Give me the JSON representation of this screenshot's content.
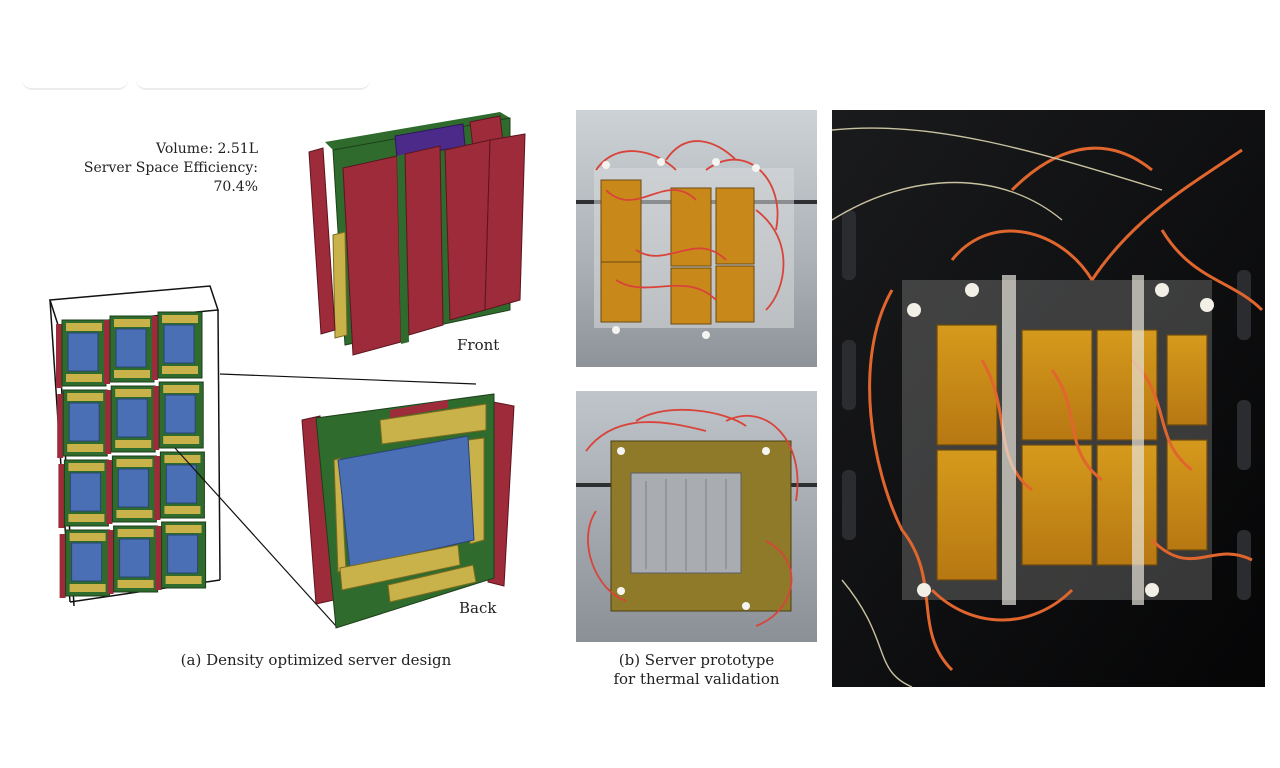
{
  "figure": {
    "specs": {
      "volume": "Volume: 2.51L",
      "efficiency": "Server Space Efficiency: 70.4%"
    },
    "views": {
      "front_label": "Front",
      "back_label": "Back"
    },
    "captions": {
      "a": "(a) Density optimized server design",
      "b_line1": "(b) Server prototype",
      "b_line2": "for thermal validation"
    },
    "colors": {
      "pcb_green": "#2f6b2c",
      "heatsink_red": "#9e2b3a",
      "chip_blue": "#4a6fb5",
      "module_yellow": "#c9b24a",
      "purple": "#4b2a8a",
      "heater_orange": "#c8891a",
      "wire_red": "#d9433a"
    }
  }
}
